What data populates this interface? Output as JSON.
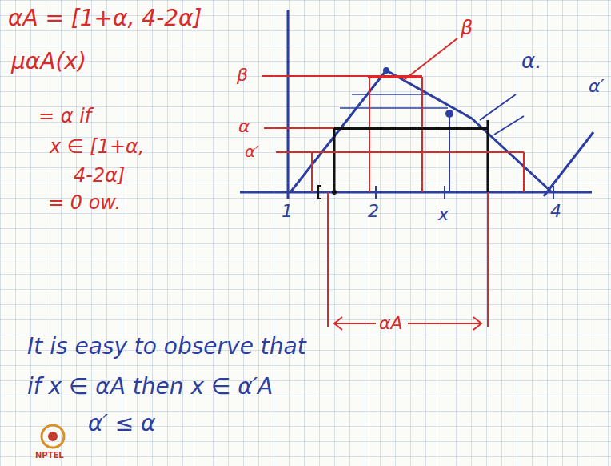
{
  "diagram": {
    "labels": [
      "αA = [1+α, 4-2α]",
      "μαA(x)",
      "= α if",
      "x ∈ [1+α,",
      "4-2α]",
      "= 0 ow.",
      "β",
      "α",
      "α′",
      "1",
      "2",
      "x",
      "4",
      "β",
      "α.",
      "α′",
      "αA",
      "It is easy to observe that",
      "if x ∈ αA then x ∈ α′A",
      "α′ ≤ α",
      "NPTEL"
    ]
  }
}
